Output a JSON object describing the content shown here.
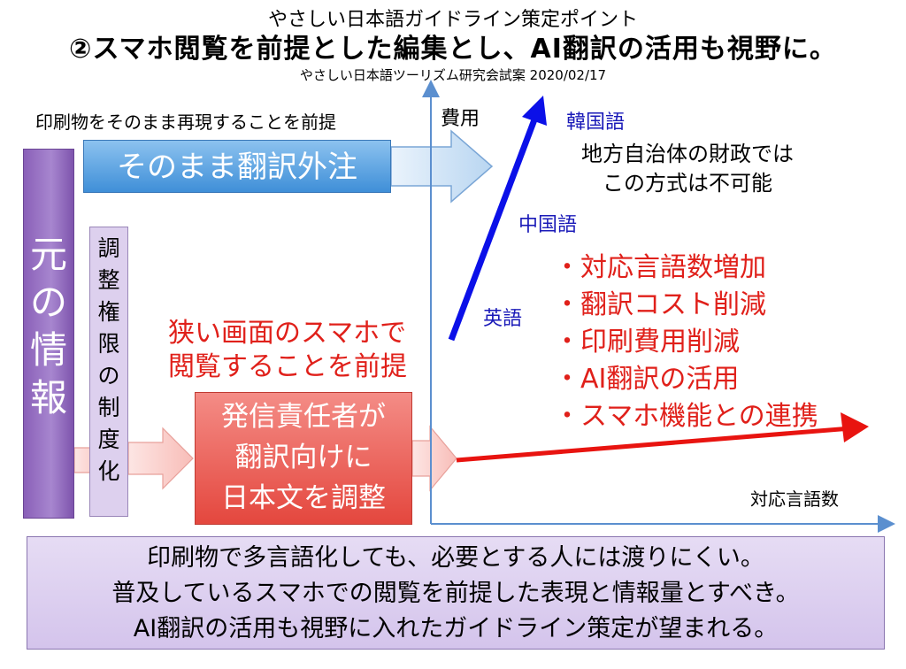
{
  "title": {
    "sub": "やさしい日本語ガイドライン策定ポイント",
    "main": "②スマホ閲覧を前提とした編集とし、AI翻訳の活用も視野に。",
    "credit": "やさしい日本語ツーリズム研究会試案 2020/02/17"
  },
  "left": {
    "premise_print": "印刷物をそのまま再現することを前提",
    "direct_translation": "そのまま翻訳外注",
    "source_info": "元の情報",
    "adjust_authority": "調整権限の制度化",
    "premise_phone": [
      "狭い画面のスマホで",
      "閲覧することを前提"
    ],
    "sender_adjust": [
      "発信責任者が",
      "翻訳向けに",
      "日本文を調整"
    ]
  },
  "graph": {
    "y_axis_label": "費用",
    "x_axis_label": "対応言語数",
    "languages": {
      "korean": "韓国語",
      "chinese": "中国語",
      "english": "英語"
    },
    "budget_note": [
      "地方自治体の財政では",
      "この方式は不可能"
    ],
    "benefits": [
      "・対応言語数増加",
      "・翻訳コスト削減",
      "・印刷費用削減",
      "・AI翻訳の活用",
      "・スマホ機能との連携"
    ]
  },
  "conclusion": [
    "印刷物で多言語化しても、必要とする人には渡りにくい。",
    "普及しているスマホでの閲覧を前提した表現と情報量とすべき。",
    "AI翻訳の活用も視野に入れたガイドライン策定が望まれる。"
  ],
  "colors": {
    "blue_line": "#0b10e8",
    "red_line": "#e81410",
    "purple_box": "#8a60b8",
    "red_box": "#e4473e",
    "blue_box": "#3f8fd8"
  }
}
